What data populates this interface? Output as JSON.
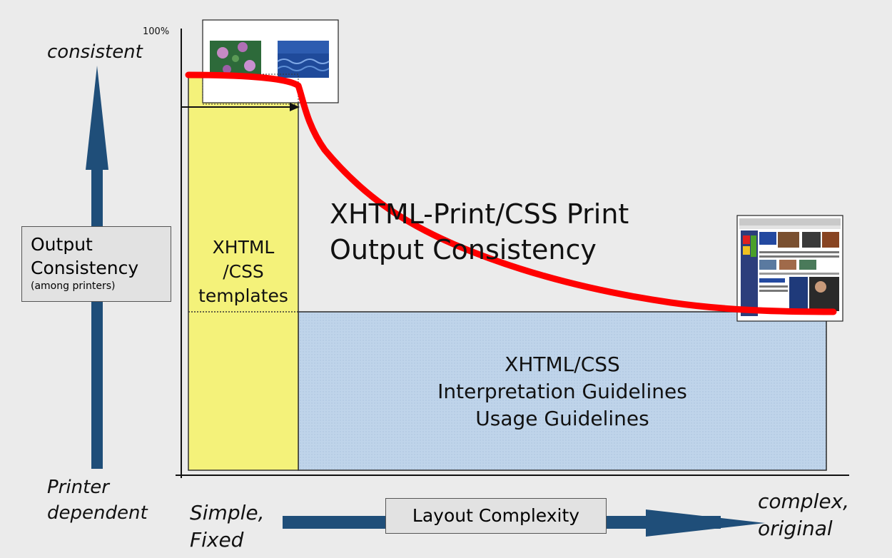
{
  "y_axis": {
    "top_label": "consistent",
    "bottom_label": [
      "Printer",
      "dependent"
    ],
    "max_tick": "100%",
    "box": {
      "title": [
        "Output",
        "Consistency"
      ],
      "subtitle": "(among printers)"
    }
  },
  "x_axis": {
    "left_label": [
      "Simple,",
      "Fixed"
    ],
    "right_label": [
      "complex,",
      "original"
    ],
    "box_label": "Layout Complexity"
  },
  "regions": {
    "templates": [
      "XHTML",
      "/CSS",
      "templates"
    ],
    "guidelines": [
      "XHTML/CSS",
      "Interpretation Guidelines",
      "Usage Guidelines"
    ]
  },
  "curve_label": [
    "XHTML-Print/CSS Print",
    "Output Consistency"
  ],
  "thumbnails": {
    "simple": [
      "flowers-photo",
      "water-photo"
    ],
    "complex": "news-webpage-screenshot"
  },
  "colors": {
    "background": "#ebebeb",
    "templates_fill": "#f4f27a",
    "guidelines_fill": "#bcd3ea",
    "curve": "#ff0000",
    "arrow": "#1f4e79"
  }
}
